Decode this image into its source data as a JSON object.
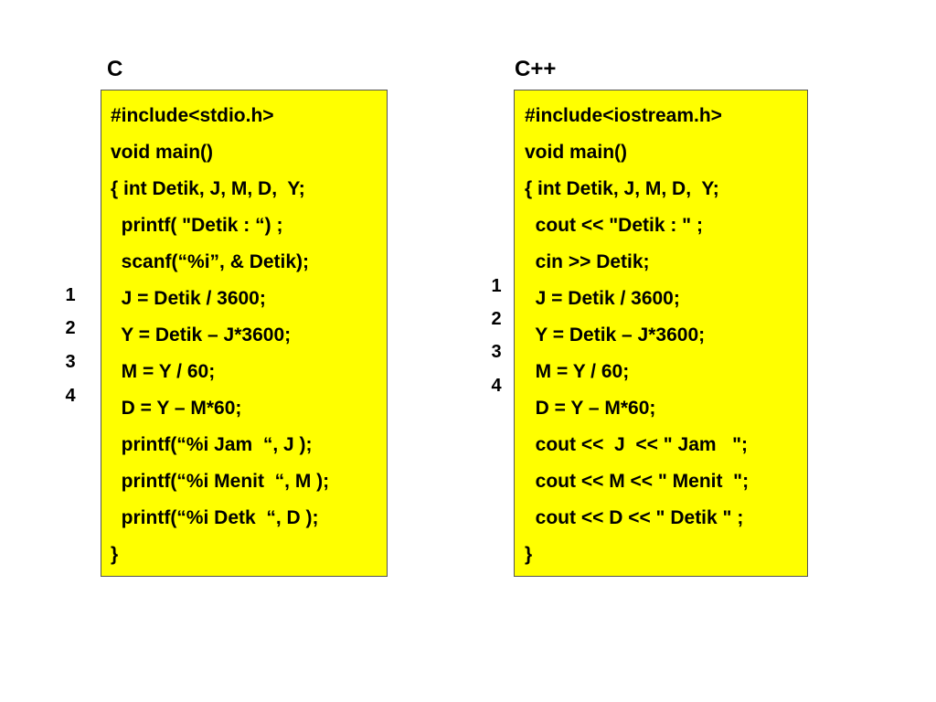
{
  "colors": {
    "box_background": "#ffff00",
    "box_border": "#555555",
    "text": "#000000",
    "page_background": "#ffffff"
  },
  "panels": [
    {
      "title": "C",
      "line_numbers": [
        "1",
        "2",
        "3",
        "4"
      ],
      "code": [
        "#include<stdio.h>",
        "void main()",
        "{ int Detik, J, M, D,  Y;",
        "  printf( \"Detik : “) ;",
        "  scanf(“%i”, & Detik);",
        "  J = Detik / 3600;",
        "  Y = Detik – J*3600;",
        "  M = Y / 60;",
        "  D = Y – M*60;",
        "  printf(“%i Jam  “, J );",
        "  printf(“%i Menit  “, M );",
        "  printf(“%i Detk  “, D );",
        "}"
      ]
    },
    {
      "title": "C++",
      "line_numbers": [
        "1",
        "2",
        "3",
        "4"
      ],
      "code": [
        "#include<iostream.h>",
        "void main()",
        "{ int Detik, J, M, D,  Y;",
        "  cout << \"Detik : \" ;",
        "  cin >> Detik;",
        "  J = Detik / 3600;",
        "  Y = Detik – J*3600;",
        "  M = Y / 60;",
        "  D = Y – M*60;",
        "  cout <<  J  << \" Jam   \";",
        "  cout << M << \" Menit  \";",
        "  cout << D << \" Detik \" ;",
        "}"
      ]
    }
  ]
}
